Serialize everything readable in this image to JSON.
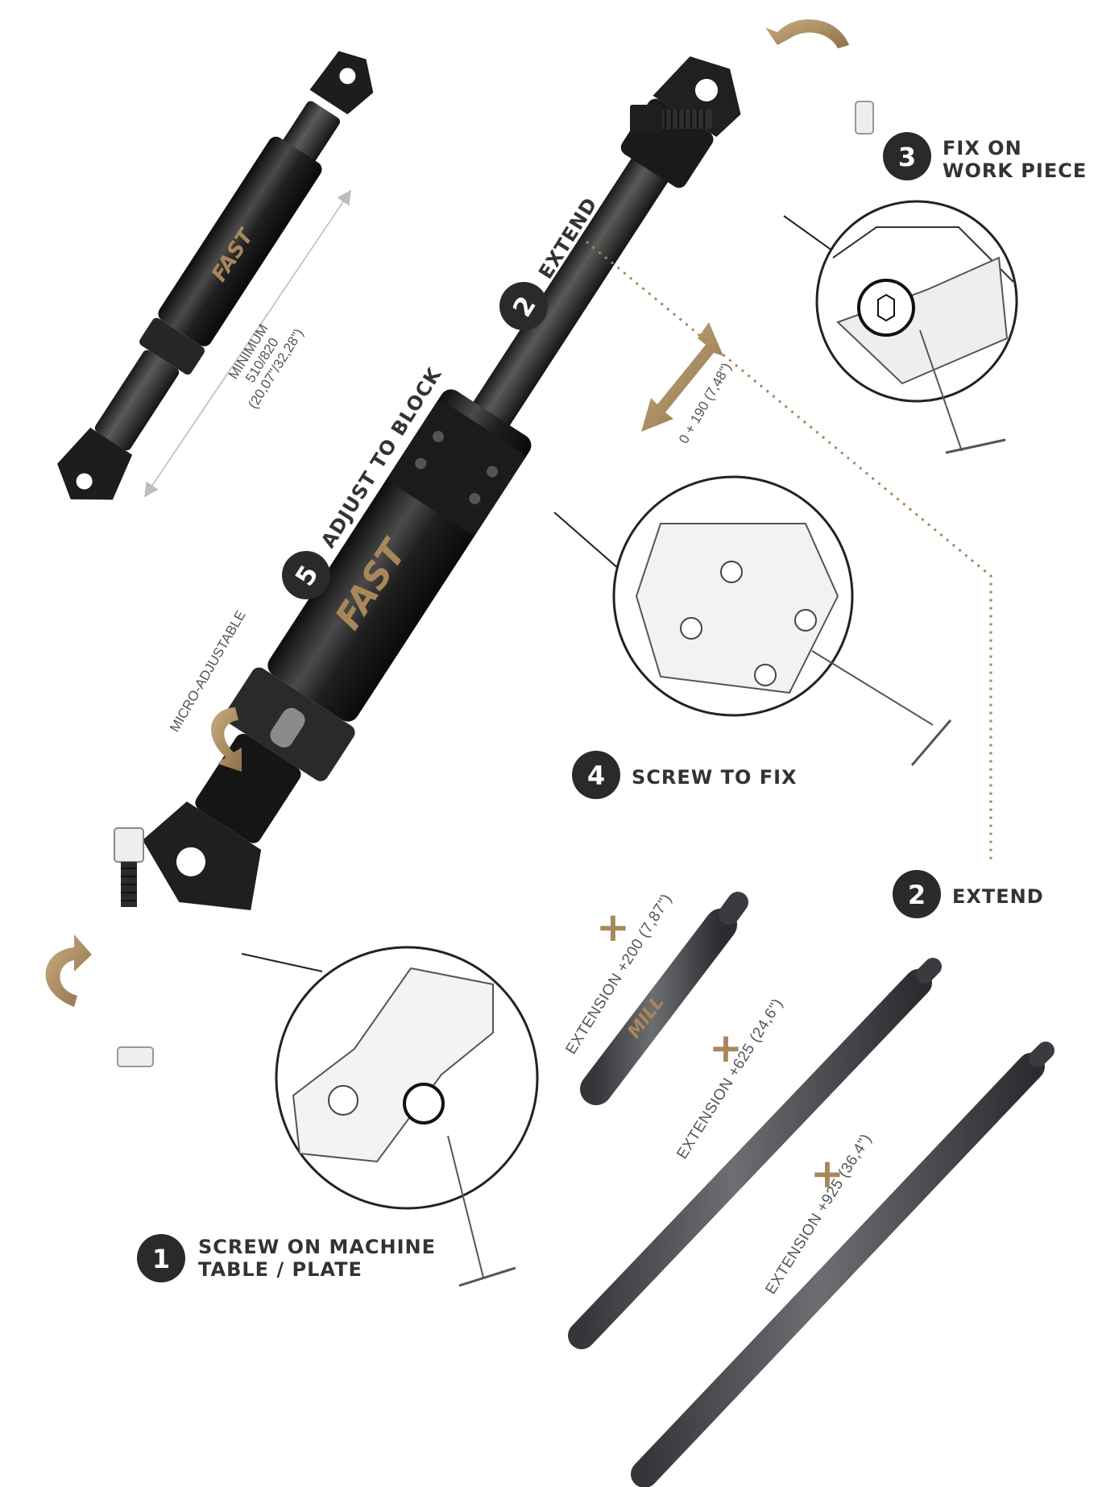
{
  "colors": {
    "gold": "#a8875a",
    "dark": "#2a2a2a",
    "metal_dark": "#1c1c1c",
    "metal_mid": "#3a3a3a",
    "metal_light": "#5a5a5a",
    "extension_grey": "#4f5054"
  },
  "steps": [
    {
      "number": "1",
      "label_lines": [
        "SCREW ON MACHINE",
        "TABLE / PLATE"
      ]
    },
    {
      "number": "2",
      "label_lines": [
        "EXTEND"
      ]
    },
    {
      "number": "3",
      "label_lines": [
        "FIX ON",
        "WORK PIECE"
      ]
    },
    {
      "number": "4",
      "label_lines": [
        "SCREW TO FIX"
      ]
    },
    {
      "number": "5",
      "label_lines": [
        "ADJUST TO BLOCK"
      ]
    },
    {
      "number": "2",
      "label_lines": [
        "EXTEND"
      ]
    }
  ],
  "labels": {
    "minimum": "MINIMUM",
    "minimum_mm": "510/820",
    "minimum_in": "(20,07\"/32,28\")",
    "travel": "0 + 190 (7,48\")",
    "micro_adjustable": "MICRO-ADJUSTABLE",
    "brand_top": "FAST",
    "brand_bottom": "MILL"
  },
  "extensions": [
    {
      "label": "EXTENSION +200 (7,87\")",
      "plus": "+"
    },
    {
      "label": "EXTENSION +625 (24,6\")",
      "plus": "+"
    },
    {
      "label": "EXTENSION +925 (36,4\")",
      "plus": "+"
    }
  ]
}
